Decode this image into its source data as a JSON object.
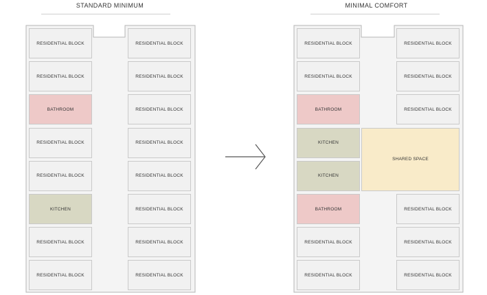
{
  "colors": {
    "residential": "#f1f1f1",
    "bathroom": "#eec9c8",
    "kitchen": "#d8d8c3",
    "shared": "#f9ebc9",
    "corridor": "#f4f4f4",
    "outline": "#b5b5b5",
    "arrow": "#555555"
  },
  "diagrams": [
    {
      "title": "STANDARD MINIMUM",
      "left_rooms": [
        {
          "label": "RESIDENTIAL BLOCK",
          "type": "residential"
        },
        {
          "label": "RESIDENTIAL BLOCK",
          "type": "residential"
        },
        {
          "label": "BATHROOM",
          "type": "bathroom"
        },
        {
          "label": "RESIDENTIAL BLOCK",
          "type": "residential"
        },
        {
          "label": "RESIDENTIAL BLOCK",
          "type": "residential"
        },
        {
          "label": "KITCHEN",
          "type": "kitchen"
        },
        {
          "label": "RESIDENTIAL BLOCK",
          "type": "residential"
        },
        {
          "label": "RESIDENTIAL BLOCK",
          "type": "residential"
        }
      ],
      "right_rooms": [
        {
          "label": "RESIDENTIAL BLOCK",
          "type": "residential"
        },
        {
          "label": "RESIDENTIAL BLOCK",
          "type": "residential"
        },
        {
          "label": "RESIDENTIAL BLOCK",
          "type": "residential"
        },
        {
          "label": "RESIDENTIAL BLOCK",
          "type": "residential"
        },
        {
          "label": "RESIDENTIAL BLOCK",
          "type": "residential"
        },
        {
          "label": "RESIDENTIAL BLOCK",
          "type": "residential"
        },
        {
          "label": "RESIDENTIAL BLOCK",
          "type": "residential"
        },
        {
          "label": "RESIDENTIAL BLOCK",
          "type": "residential"
        }
      ],
      "center_rooms": []
    },
    {
      "title": "MINIMAL COMFORT",
      "left_rooms": [
        {
          "label": "RESIDENTIAL BLOCK",
          "type": "residential"
        },
        {
          "label": "RESIDENTIAL BLOCK",
          "type": "residential"
        },
        {
          "label": "BATHROOM",
          "type": "bathroom"
        },
        {
          "label": "KITCHEN",
          "type": "kitchen"
        },
        {
          "label": "KITCHEN",
          "type": "kitchen"
        },
        {
          "label": "BATHROOM",
          "type": "bathroom"
        },
        {
          "label": "RESIDENTIAL BLOCK",
          "type": "residential"
        },
        {
          "label": "RESIDENTIAL BLOCK",
          "type": "residential"
        }
      ],
      "right_rooms": [
        {
          "label": "RESIDENTIAL BLOCK",
          "type": "residential"
        },
        {
          "label": "RESIDENTIAL BLOCK",
          "type": "residential"
        },
        {
          "label": "RESIDENTIAL BLOCK",
          "type": "residential"
        },
        null,
        null,
        {
          "label": "RESIDENTIAL BLOCK",
          "type": "residential"
        },
        {
          "label": "RESIDENTIAL BLOCK",
          "type": "residential"
        },
        {
          "label": "RESIDENTIAL BLOCK",
          "type": "residential"
        }
      ],
      "center_rooms": [
        {
          "label": "SHARED SPACE",
          "type": "shared"
        }
      ]
    }
  ]
}
